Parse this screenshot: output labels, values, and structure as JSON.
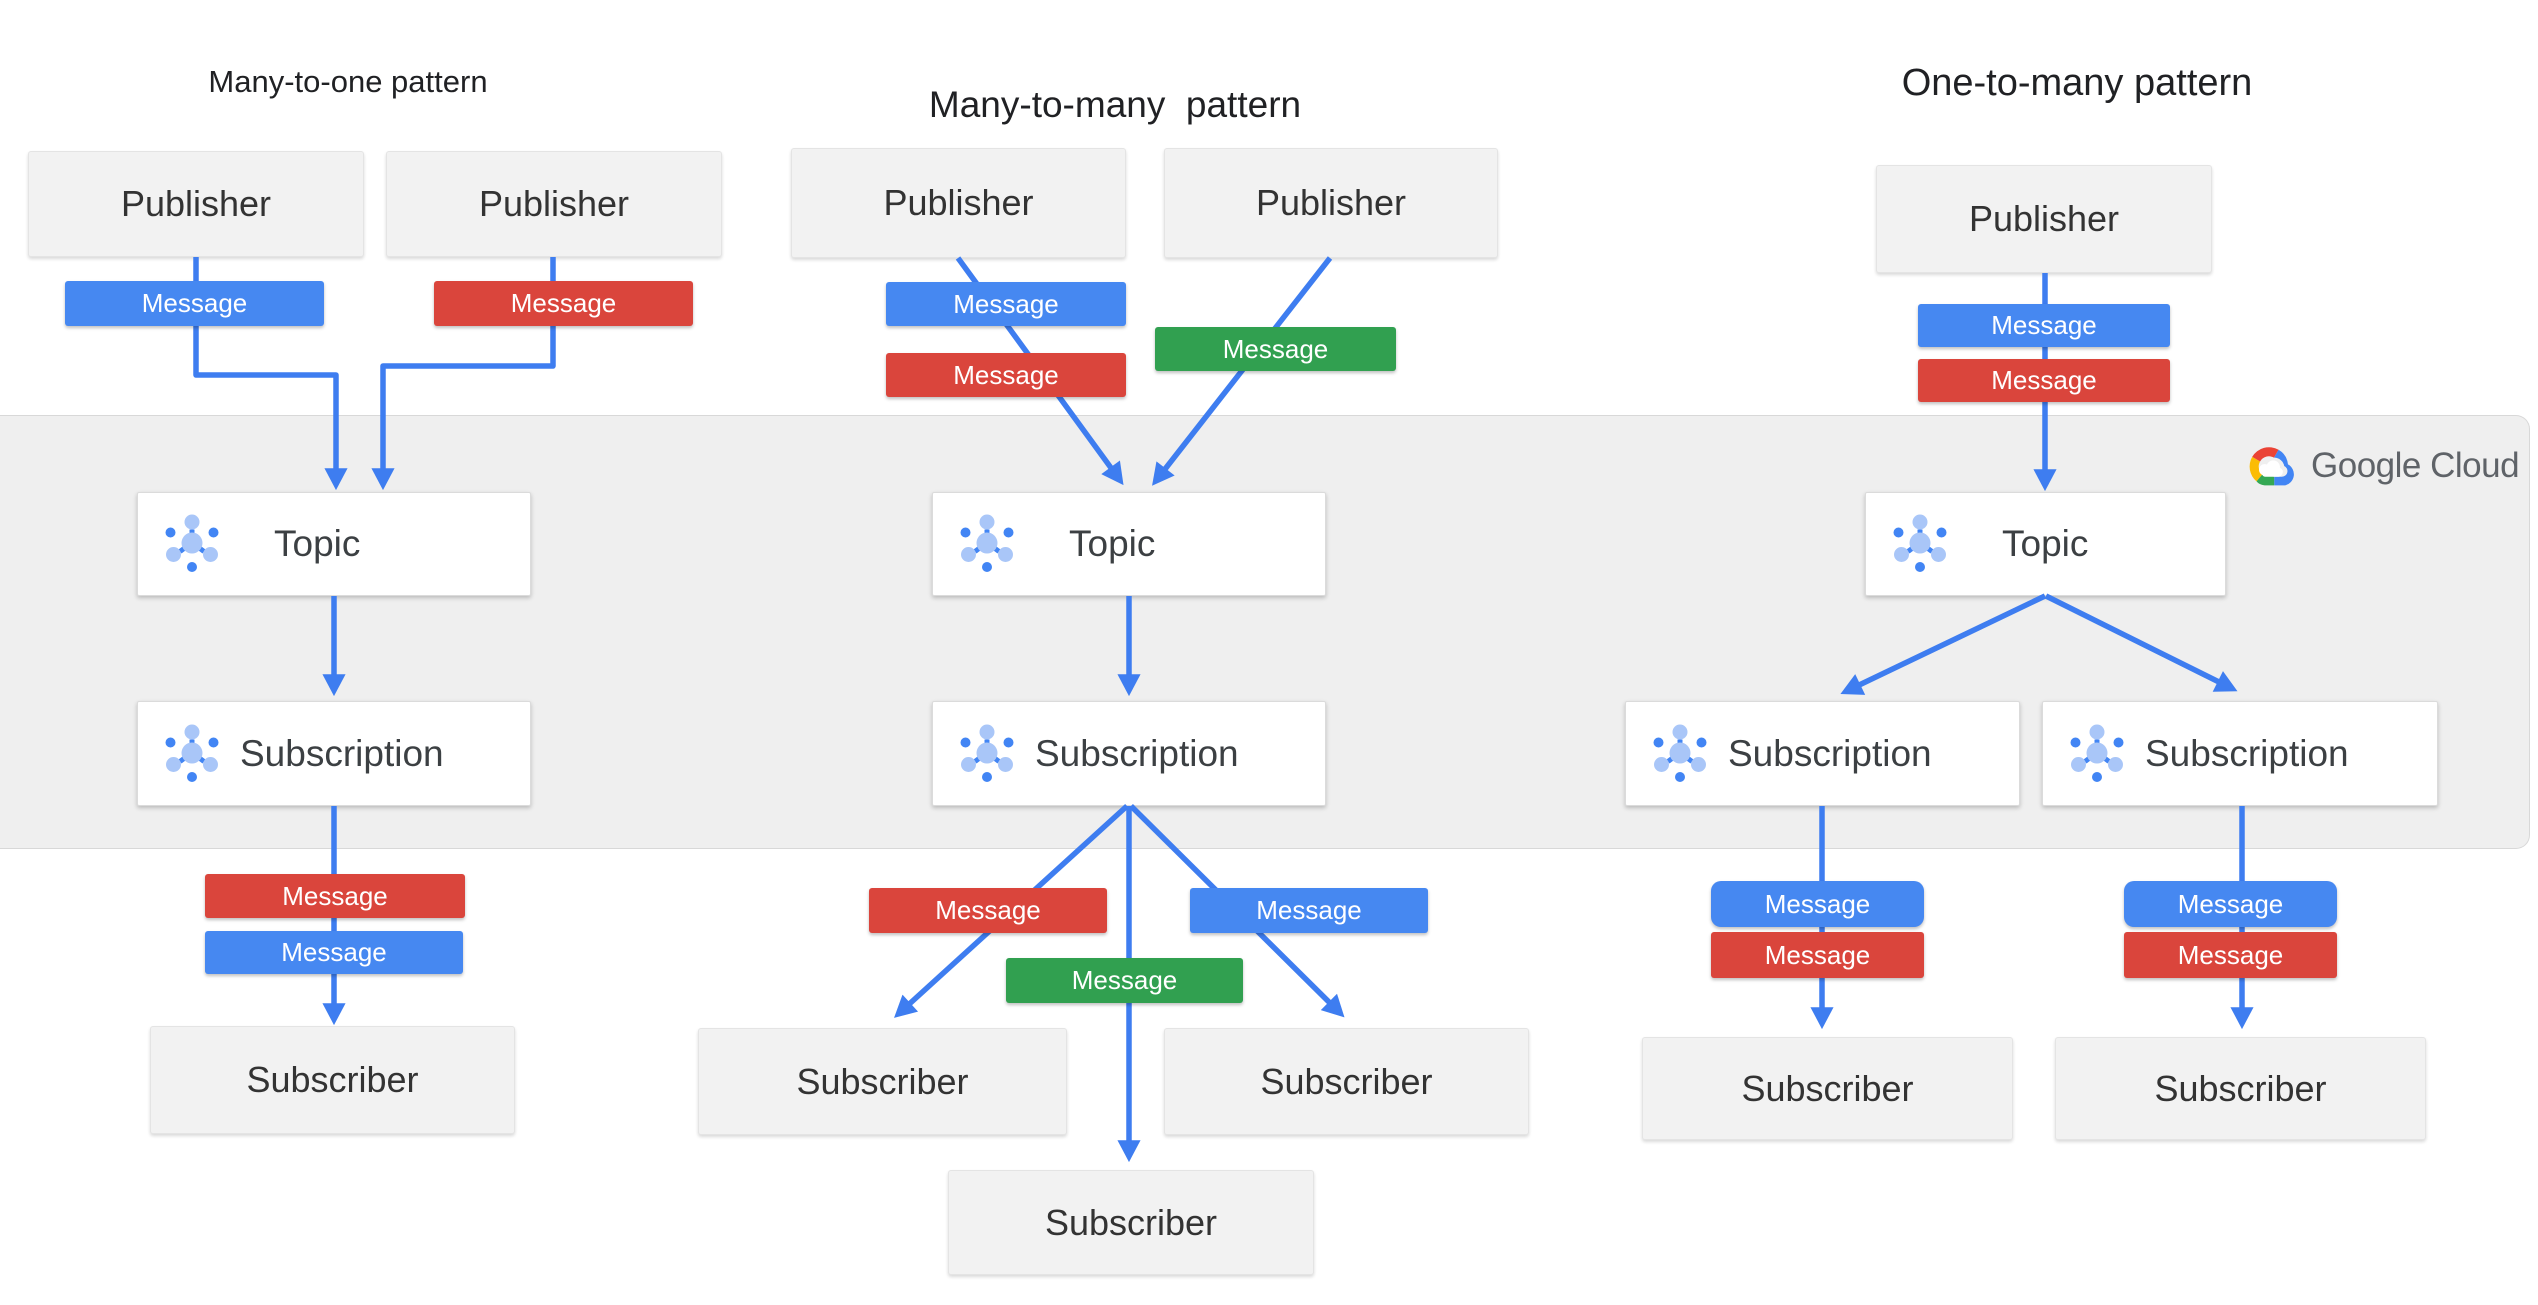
{
  "diagram": {
    "patterns": [
      {
        "title": "Many-to-one pattern",
        "publishers": [
          "Publisher",
          "Publisher"
        ],
        "publisher_messages": [
          {
            "color": "blue",
            "label": "Message"
          },
          {
            "color": "red",
            "label": "Message"
          }
        ],
        "topic": "Topic",
        "subscriptions": [
          "Subscription"
        ],
        "subscriber_messages": [
          {
            "color": "red",
            "label": "Message"
          },
          {
            "color": "blue",
            "label": "Message"
          }
        ],
        "subscribers": [
          "Subscriber"
        ]
      },
      {
        "title": "Many-to-many  pattern",
        "publishers": [
          "Publisher",
          "Publisher"
        ],
        "publisher_messages": [
          {
            "color": "blue",
            "label": "Message"
          },
          {
            "color": "red",
            "label": "Message"
          },
          {
            "color": "green",
            "label": "Message"
          }
        ],
        "topic": "Topic",
        "subscriptions": [
          "Subscription"
        ],
        "subscriber_messages": [
          {
            "color": "red",
            "label": "Message"
          },
          {
            "color": "blue",
            "label": "Message"
          },
          {
            "color": "green",
            "label": "Message"
          }
        ],
        "subscribers": [
          "Subscriber",
          "Subscriber",
          "Subscriber"
        ]
      },
      {
        "title": "One-to-many pattern",
        "publishers": [
          "Publisher"
        ],
        "publisher_messages": [
          {
            "color": "blue",
            "label": "Message"
          },
          {
            "color": "red",
            "label": "Message"
          }
        ],
        "topic": "Topic",
        "subscriptions": [
          "Subscription",
          "Subscription"
        ],
        "subscriber_messages": [
          {
            "color": "blue",
            "label": "Message"
          },
          {
            "color": "red",
            "label": "Message"
          },
          {
            "color": "blue",
            "label": "Message"
          },
          {
            "color": "red",
            "label": "Message"
          }
        ],
        "subscribers": [
          "Subscriber",
          "Subscriber"
        ]
      }
    ],
    "branding": {
      "name": "Google Cloud"
    },
    "icons": {
      "node_icon": "pubsub-hub-icon",
      "logo_icon": "google-cloud-logo"
    },
    "colors": {
      "arrow": "#3E7DF0",
      "message_blue": "#4688F1",
      "message_red": "#DA453C",
      "message_green": "#31A050",
      "band": "#EFEFEF",
      "icon_light_blue": "#A9C6F8",
      "icon_dark_blue": "#4285F4",
      "logo_text_gray": "#5F6368"
    }
  }
}
